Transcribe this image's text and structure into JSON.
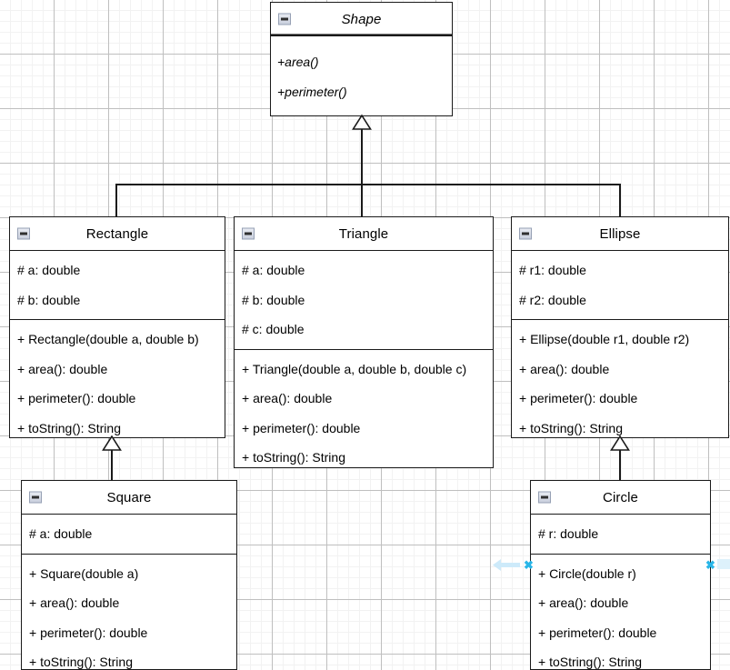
{
  "diagram": {
    "type": "uml-class-diagram",
    "title": "Shape class hierarchy",
    "background": "#ffffff",
    "grid_minor_color": "#f2f2f2",
    "grid_major_color": "#bfbfbf",
    "line_color": "#1a1a1a",
    "selection_color": "#29b6e8"
  },
  "classes": [
    {
      "id": "shape",
      "name": "Shape",
      "abstract": true,
      "collapse_icon": "minus-icon",
      "attributes": [],
      "methods": [
        "+area()",
        "+perimeter()"
      ]
    },
    {
      "id": "rectangle",
      "name": "Rectangle",
      "abstract": false,
      "collapse_icon": "minus-icon",
      "attributes": [
        "# a: double",
        "# b: double"
      ],
      "methods": [
        "+ Rectangle(double a, double b)",
        "+ area(): double",
        "+ perimeter(): double",
        "+ toString(): String"
      ]
    },
    {
      "id": "triangle",
      "name": "Triangle",
      "abstract": false,
      "collapse_icon": "minus-icon",
      "attributes": [
        "# a: double",
        "# b: double",
        "# c: double"
      ],
      "methods": [
        "+ Triangle(double a, double b, double c)",
        "+ area(): double",
        "+ perimeter(): double",
        "+ toString(): String"
      ]
    },
    {
      "id": "ellipse",
      "name": "Ellipse",
      "abstract": false,
      "collapse_icon": "minus-icon",
      "attributes": [
        "# r1: double",
        "# r2: double"
      ],
      "methods": [
        "+ Ellipse(double r1, double r2)",
        "+ area(): double",
        "+ perimeter(): double",
        "+ toString(): String"
      ]
    },
    {
      "id": "square",
      "name": "Square",
      "abstract": false,
      "collapse_icon": "minus-icon",
      "attributes": [
        "# a: double"
      ],
      "methods": [
        "+ Square(double a)",
        "+ area(): double",
        "+ perimeter(): double",
        "+ toString(): String"
      ]
    },
    {
      "id": "circle",
      "name": "Circle",
      "abstract": false,
      "collapse_icon": "minus-icon",
      "attributes": [
        "# r: double"
      ],
      "methods": [
        "+ Circle(double r)",
        "+ area(): double",
        "+ perimeter(): double",
        "+ toString(): String"
      ]
    }
  ],
  "relationships": [
    {
      "type": "generalization",
      "from": "Rectangle",
      "to": "Shape"
    },
    {
      "type": "generalization",
      "from": "Triangle",
      "to": "Shape"
    },
    {
      "type": "generalization",
      "from": "Ellipse",
      "to": "Shape"
    },
    {
      "type": "generalization",
      "from": "Square",
      "to": "Rectangle"
    },
    {
      "type": "generalization",
      "from": "Circle",
      "to": "Ellipse"
    }
  ]
}
